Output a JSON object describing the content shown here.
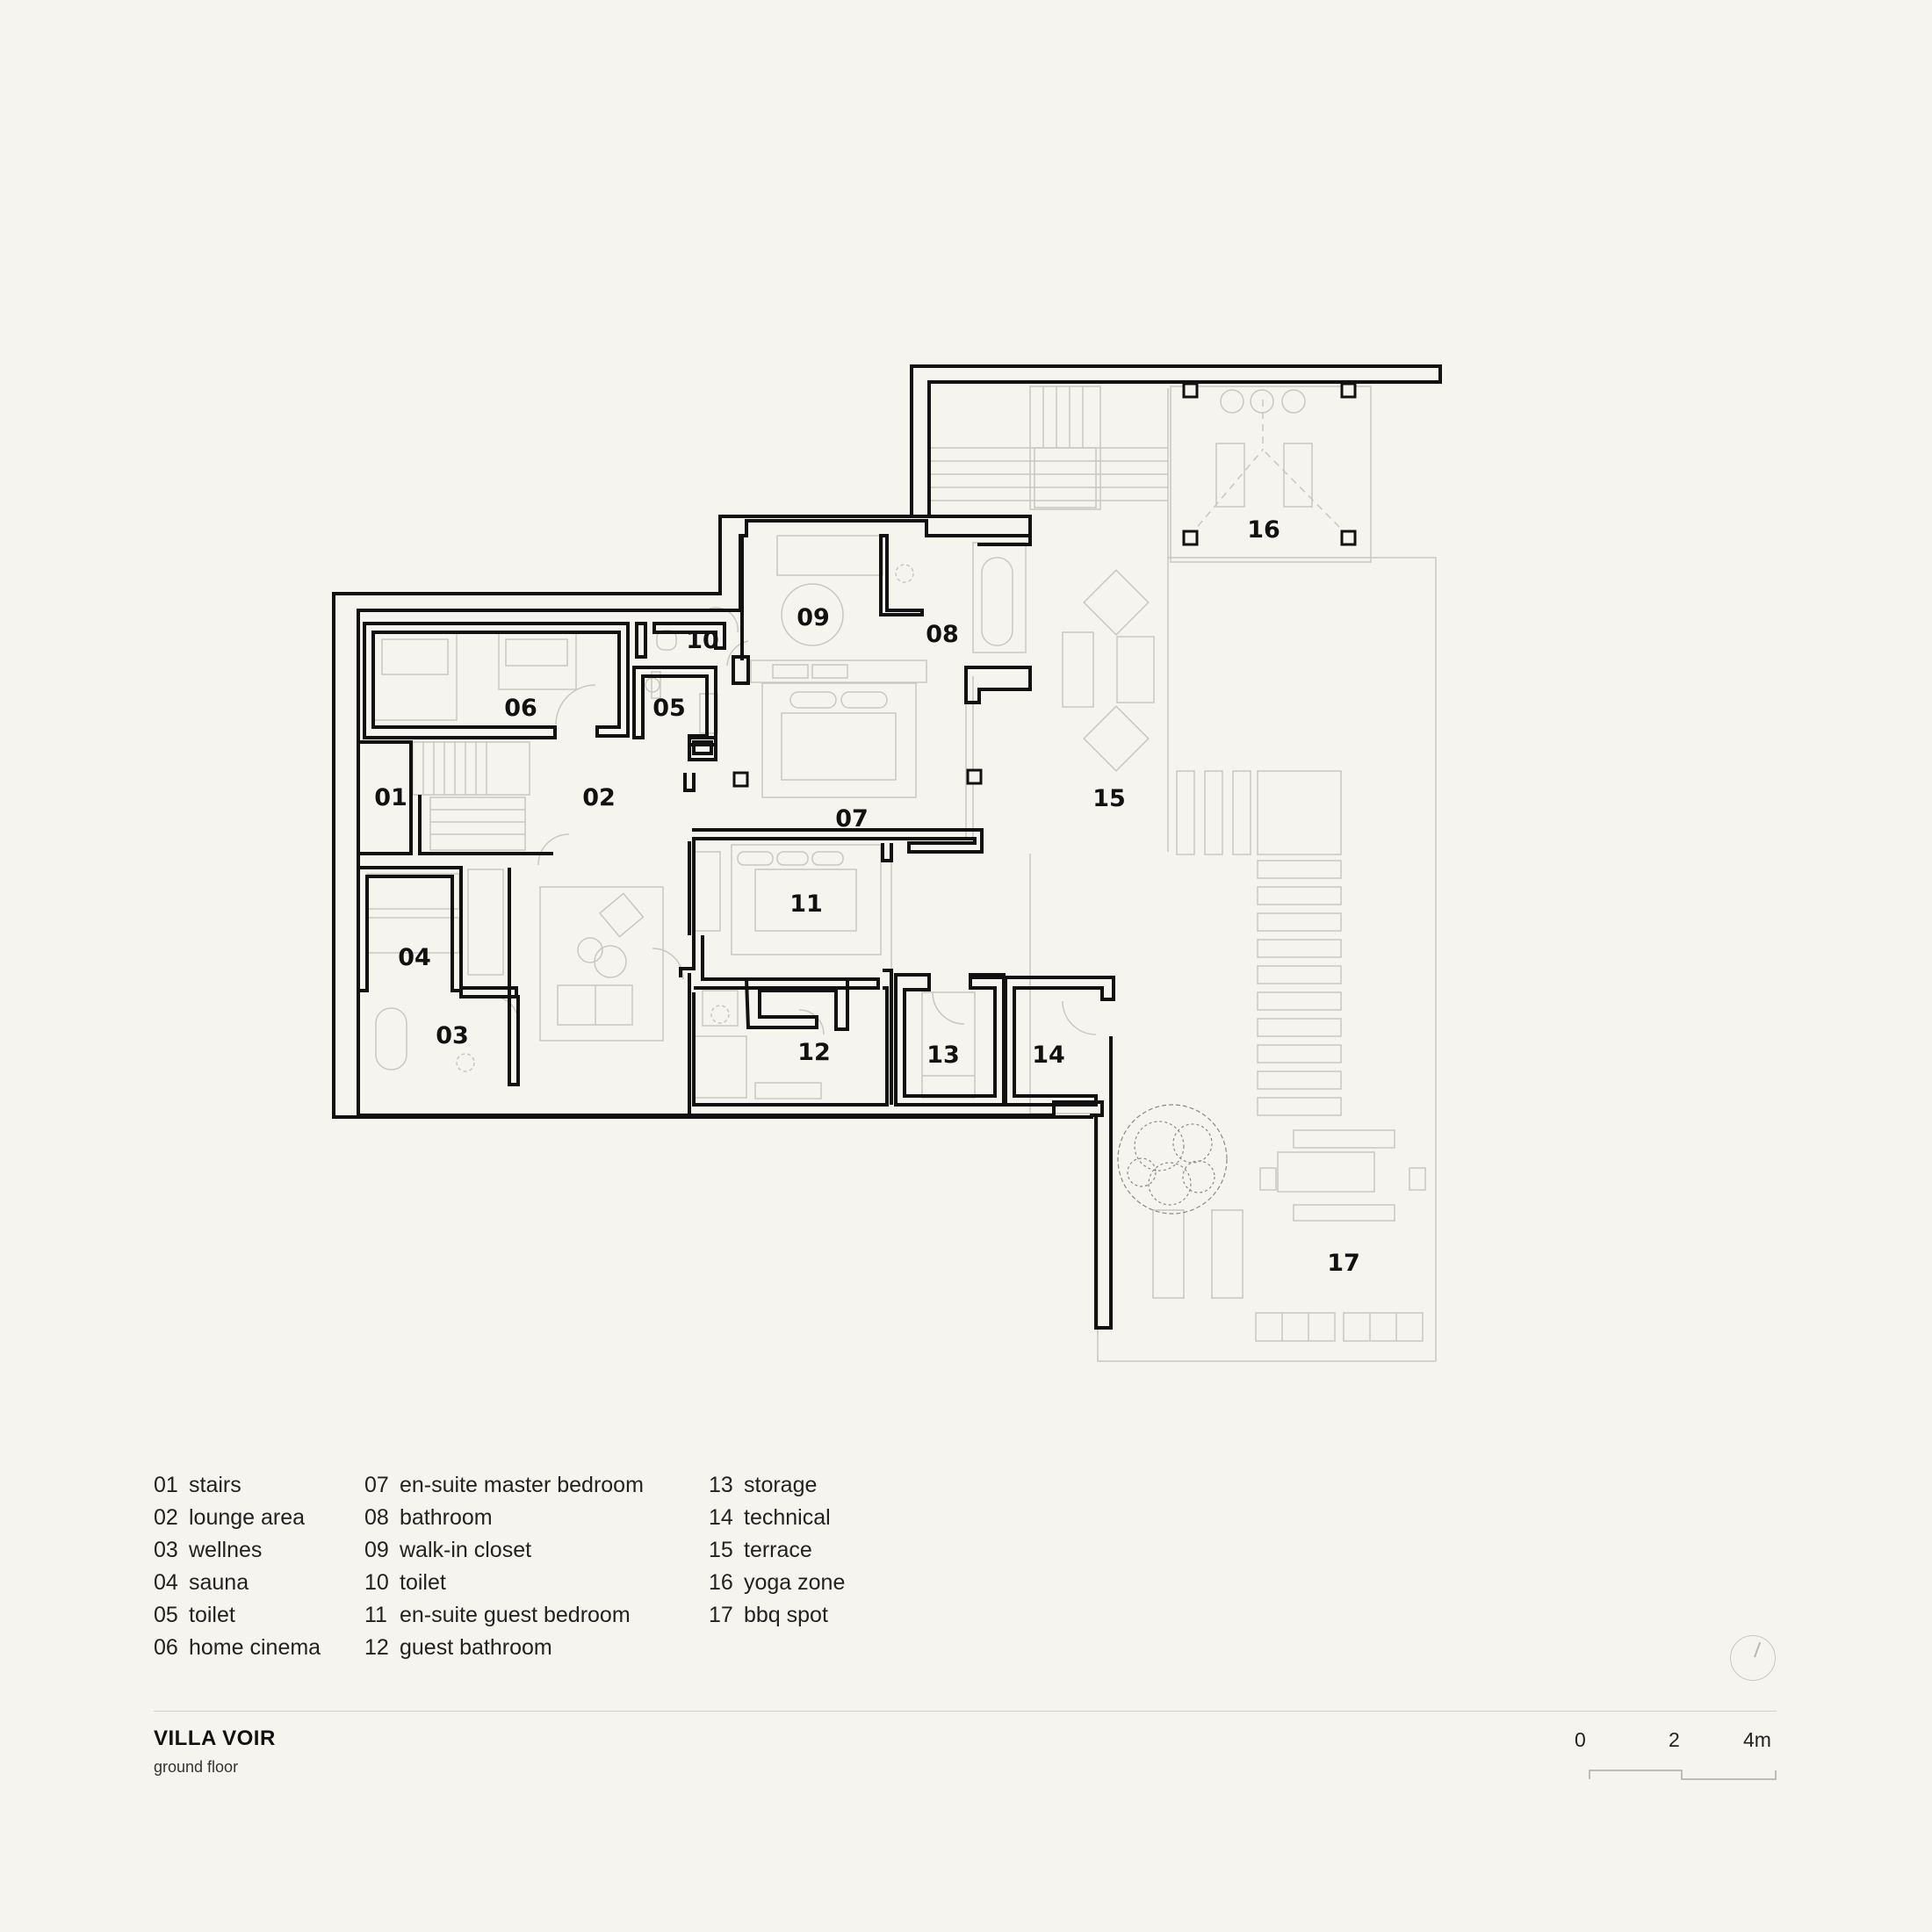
{
  "project": {
    "title": "VILLA VOIR",
    "subtitle": "ground floor"
  },
  "rooms": [
    {
      "num": "01",
      "name": "stairs"
    },
    {
      "num": "02",
      "name": "lounge area"
    },
    {
      "num": "03",
      "name": "wellnes"
    },
    {
      "num": "04",
      "name": "sauna"
    },
    {
      "num": "05",
      "name": "toilet"
    },
    {
      "num": "06",
      "name": "home cinema"
    },
    {
      "num": "07",
      "name": "en-suite master bedroom"
    },
    {
      "num": "08",
      "name": "bathroom"
    },
    {
      "num": "09",
      "name": "walk-in closet"
    },
    {
      "num": "10",
      "name": "toilet"
    },
    {
      "num": "11",
      "name": "en-suite guest bedroom"
    },
    {
      "num": "12",
      "name": "guest bathroom"
    },
    {
      "num": "13",
      "name": "storage"
    },
    {
      "num": "14",
      "name": "technical"
    },
    {
      "num": "15",
      "name": "terrace"
    },
    {
      "num": "16",
      "name": "yoga zone"
    },
    {
      "num": "17",
      "name": "bbq spot"
    }
  ],
  "scale": {
    "labels": [
      "0",
      "2",
      "4m"
    ]
  },
  "icons": {
    "north": "north-arrow-icon",
    "scale": "scale-bar-icon",
    "tree": "tree-icon"
  },
  "colors": {
    "background": "#f5f4ef",
    "wall": "#111111",
    "furniture": "#c8c8c0"
  }
}
